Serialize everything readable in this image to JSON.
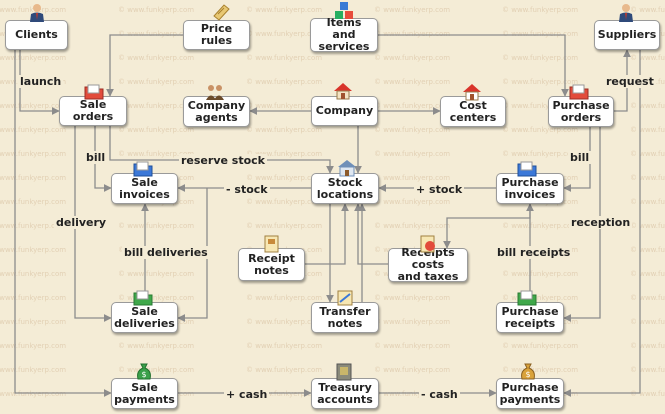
{
  "watermark": "© www.funkyerp.com",
  "nodes": {
    "clients": "Clients",
    "price_rules": "Price rules",
    "items_services": "Items and\nservices",
    "suppliers": "Suppliers",
    "sale_orders": "Sale orders",
    "company_agents": "Company\nagents",
    "company": "Company",
    "cost_centers": "Cost\ncenters",
    "purchase_orders": "Purchase\norders",
    "sale_invoices": "Sale\ninvoices",
    "stock_locations": "Stock\nlocations",
    "purchase_invoices": "Purchase\ninvoices",
    "receipt_notes": "Receipt\nnotes",
    "receipts_costs_taxes": "Receipts costs\nand taxes",
    "sale_deliveries": "Sale\ndeliveries",
    "transfer_notes": "Transfer\nnotes",
    "purchase_receipts": "Purchase\nreceipts",
    "sale_payments": "Sale\npayments",
    "treasury_accounts": "Treasury\naccounts",
    "purchase_payments": "Purchase\npayments"
  },
  "edge_labels": {
    "launch": "launch",
    "request": "request",
    "bill_left": "bill",
    "bill_right": "bill",
    "reserve_stock": "reserve stock",
    "minus_stock": "- stock",
    "plus_stock": "+ stock",
    "delivery": "delivery",
    "reception": "reception",
    "bill_deliveries": "bill deliveries",
    "bill_receipts": "bill receipts",
    "plus_cash": "+ cash",
    "minus_cash": "- cash"
  },
  "colors": {
    "background": "#f4ecd6",
    "node_fill": "#ffffff",
    "edge": "#8c8c8c",
    "watermark": "#e2d0b4"
  },
  "icons": {
    "clients": "person-icon",
    "price_rules": "scroll-icon",
    "items_services": "cubes-icon",
    "suppliers": "person-icon",
    "sale_orders": "folder-icon",
    "company_agents": "people-icon",
    "company": "house-icon",
    "cost_centers": "house-icon",
    "purchase_orders": "folder-icon",
    "sale_invoices": "folder-icon",
    "stock_locations": "warehouse-icon",
    "purchase_invoices": "folder-icon",
    "receipt_notes": "document-icon",
    "receipts_costs_taxes": "document-icon",
    "sale_deliveries": "folder-icon",
    "transfer_notes": "document-icon",
    "purchase_receipts": "folder-icon",
    "sale_payments": "money-bag-icon",
    "treasury_accounts": "safe-icon",
    "purchase_payments": "money-bag-icon"
  }
}
